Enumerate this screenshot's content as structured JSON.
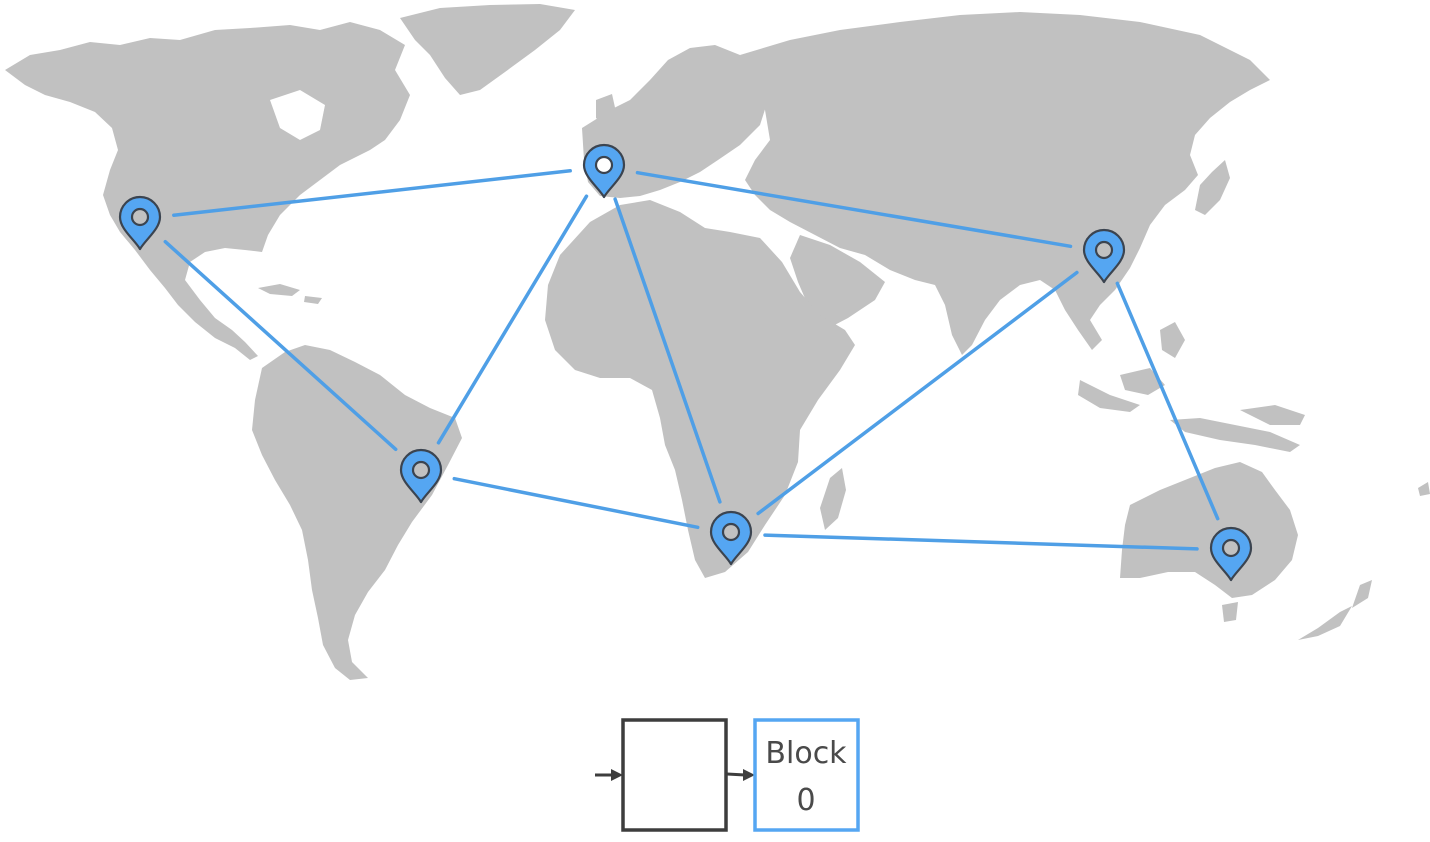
{
  "colors": {
    "land": "#c1c1c1",
    "link": "#4f9fe6",
    "pin_fill": "#55a6f2",
    "pin_outline": "#3b4450",
    "pin_dot_active": "#ffffff",
    "pin_dot_default": "#c1c1c1",
    "block_active_border": "#55a6f2",
    "block_empty_border": "#3d3d3d"
  },
  "map": {
    "icon": "location-pin-icon",
    "nodes": [
      {
        "id": "north-america",
        "active": false
      },
      {
        "id": "europe",
        "active": true
      },
      {
        "id": "east-asia",
        "active": false
      },
      {
        "id": "south-america",
        "active": false
      },
      {
        "id": "southern-africa",
        "active": false
      },
      {
        "id": "australia",
        "active": false
      }
    ],
    "connections": [
      [
        "north-america",
        "europe"
      ],
      [
        "north-america",
        "south-america"
      ],
      [
        "europe",
        "south-america"
      ],
      [
        "europe",
        "southern-africa"
      ],
      [
        "europe",
        "east-asia"
      ],
      [
        "east-asia",
        "southern-africa"
      ],
      [
        "east-asia",
        "australia"
      ],
      [
        "south-america",
        "southern-africa"
      ],
      [
        "southern-africa",
        "australia"
      ]
    ]
  },
  "chain": {
    "blocks": [
      {
        "label_line1": "",
        "label_line2": "",
        "state": "empty"
      },
      {
        "label_line1": "Block",
        "label_line2": "0",
        "state": "active"
      }
    ]
  }
}
